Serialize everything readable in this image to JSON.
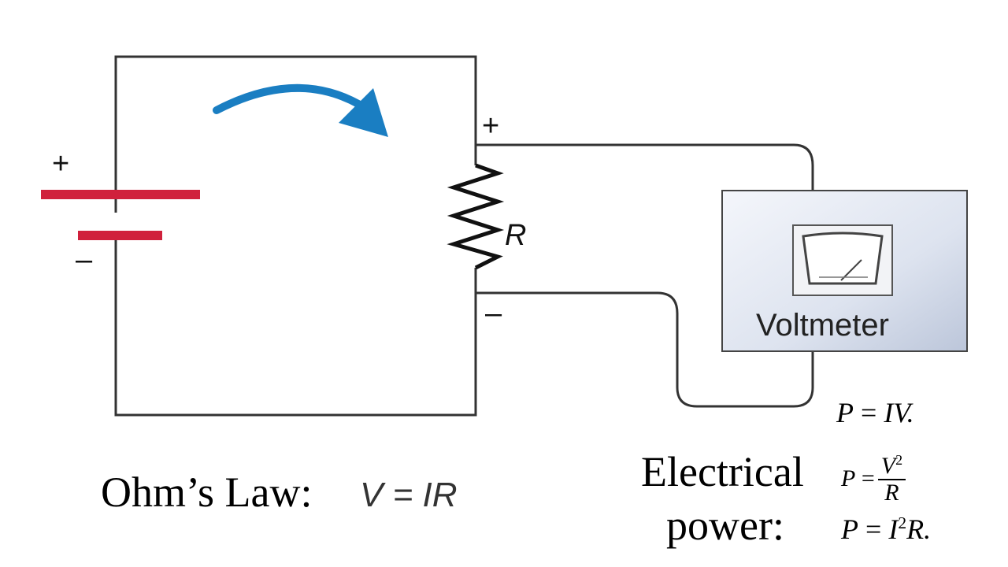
{
  "circuit": {
    "battery_plus": "+",
    "battery_minus": "–",
    "resistor_plus": "+",
    "resistor_minus": "–",
    "resistor_label": "R",
    "voltmeter_label": "Voltmeter"
  },
  "ohms_law": {
    "label": "Ohm’s Law:",
    "equation": "V = IR"
  },
  "power": {
    "label_line1": "Electrical",
    "label_line2": "power:",
    "eq1": {
      "lhs": "P",
      "eq": "=",
      "rhs": "IV."
    },
    "eq2": {
      "lhs": "P",
      "eq": "=",
      "num_base": "V",
      "num_exp": "2",
      "den": "R"
    },
    "eq3": {
      "lhs": "P",
      "eq": "=",
      "rhs_base": "I",
      "rhs_exp": "2",
      "rhs_tail": "R."
    }
  },
  "colors": {
    "battery": "#d0213c",
    "current_arrow": "#1a7ec2",
    "wire": "#333333"
  }
}
